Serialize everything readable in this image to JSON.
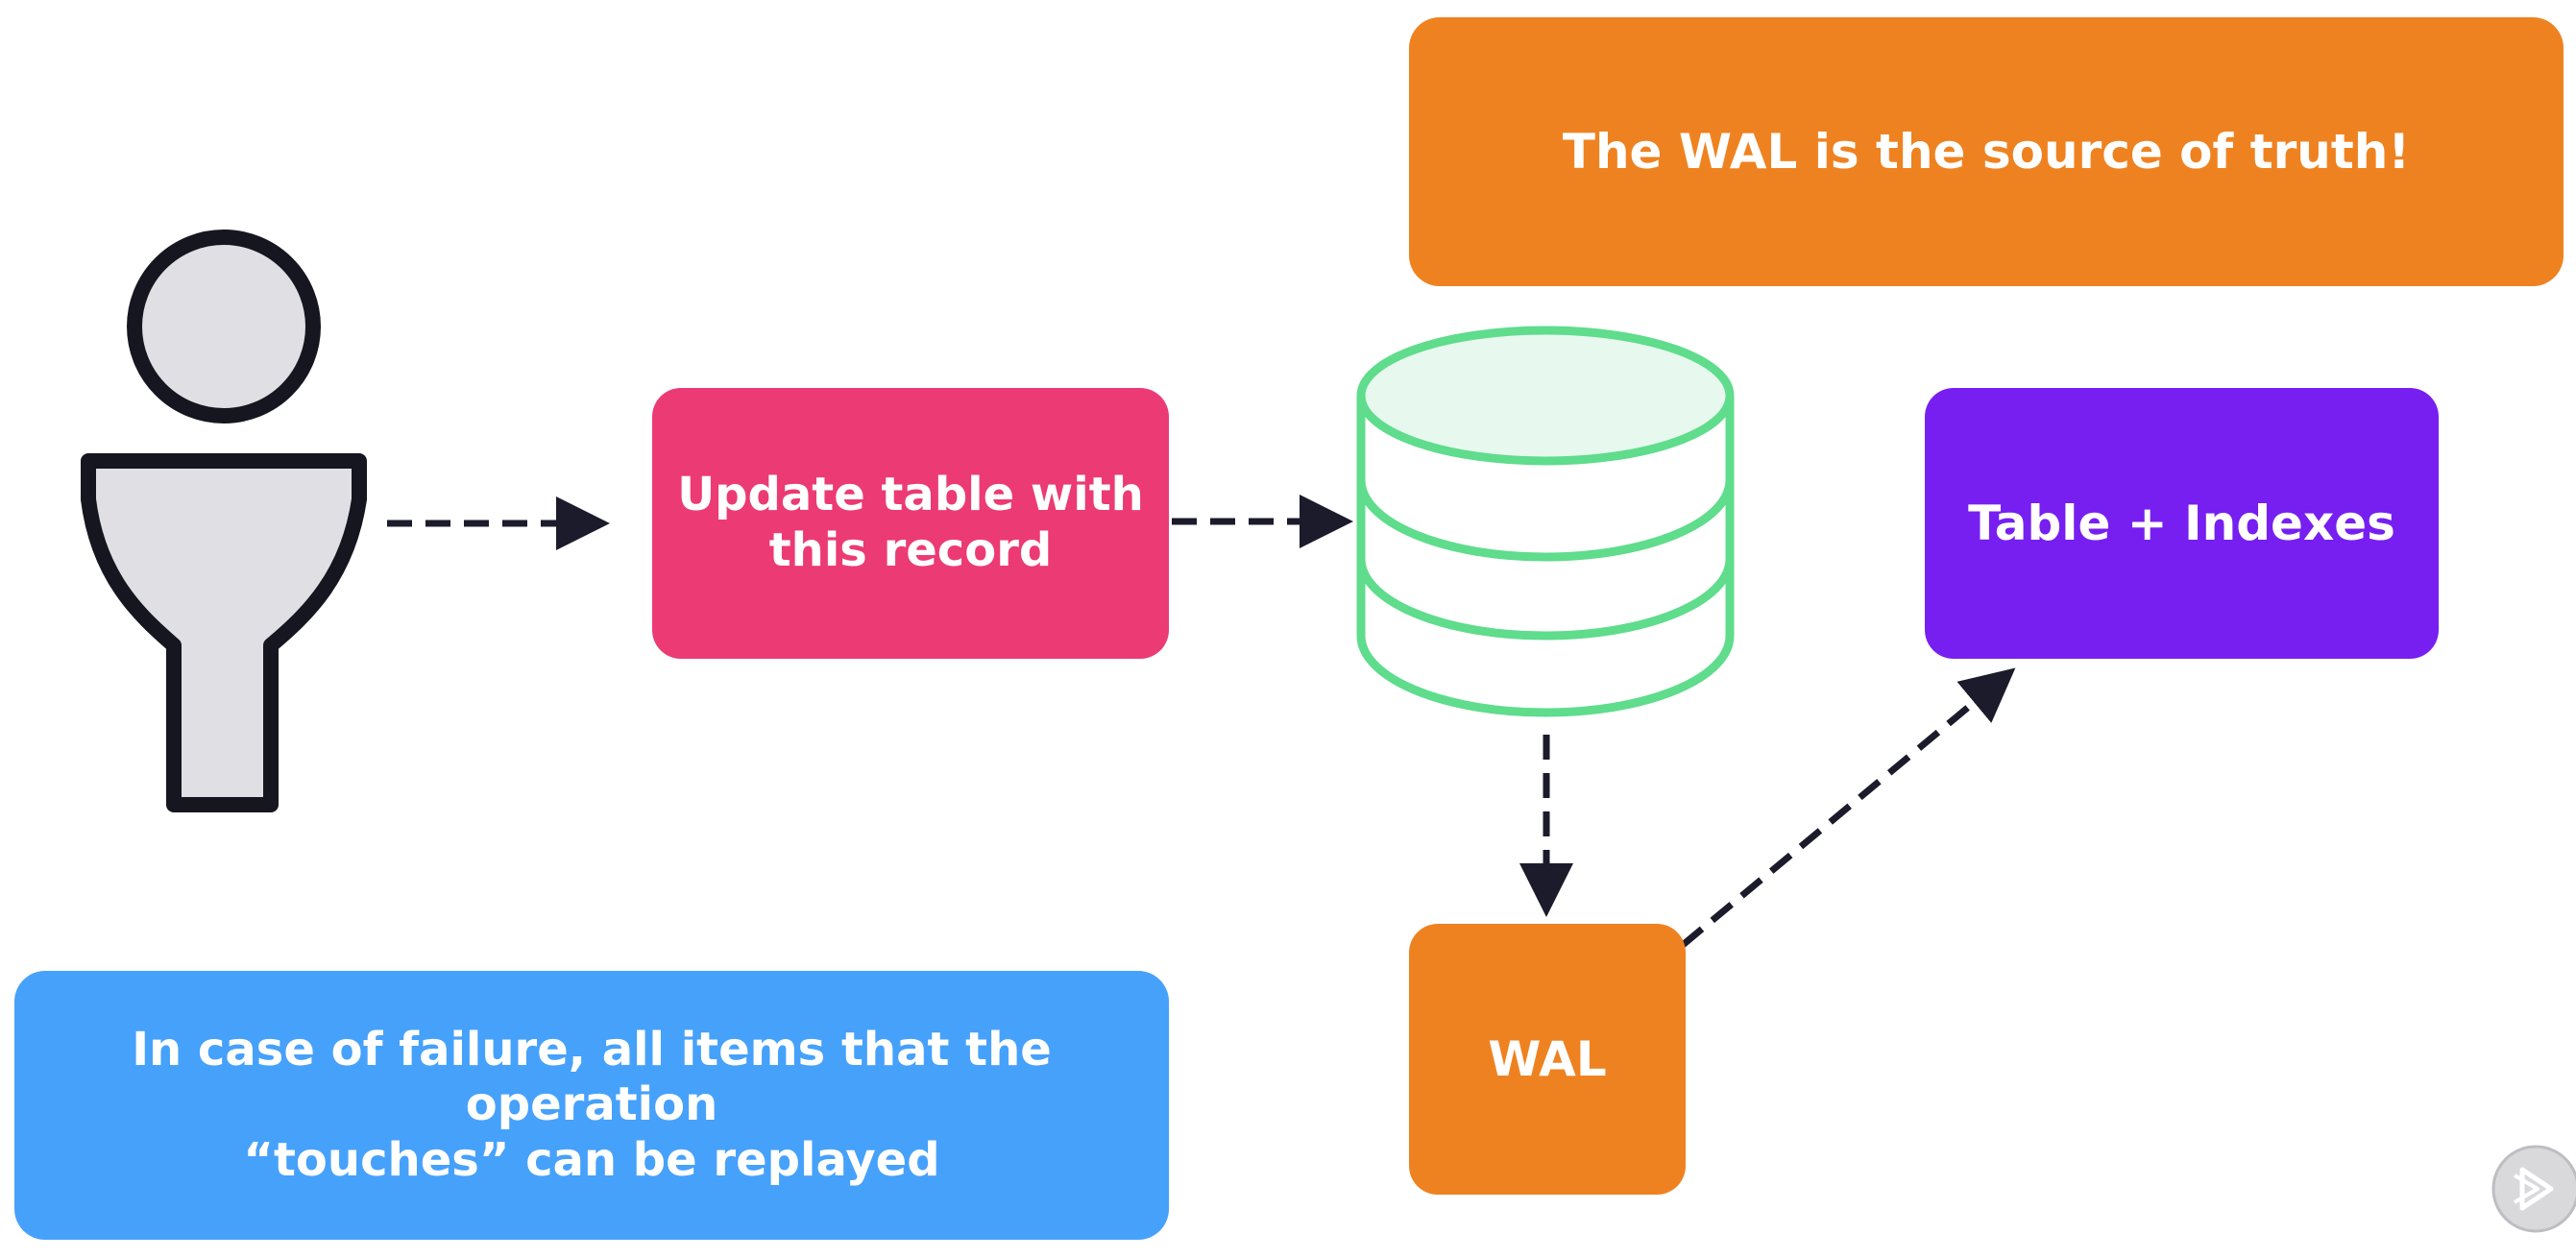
{
  "callout_top": {
    "text": "The WAL is the source of truth!"
  },
  "update_box": {
    "line1": "Update table with",
    "line2": "this record"
  },
  "table_box": {
    "text": "Table + Indexes"
  },
  "wal_box": {
    "text": "WAL"
  },
  "callout_bottom": {
    "line1": "In case of failure, all items that the operation",
    "line2": "“touches” can be replayed"
  },
  "icons": {
    "user": "user-icon",
    "database": "database-icon",
    "logo": "play-logo-icon"
  },
  "colors": {
    "orange": "#ef8220",
    "pink": "#ec3a74",
    "purple": "#761ff0",
    "blue": "#46a1fb",
    "database_outline": "#5fdc8c",
    "arrow": "#1b1b2b"
  }
}
